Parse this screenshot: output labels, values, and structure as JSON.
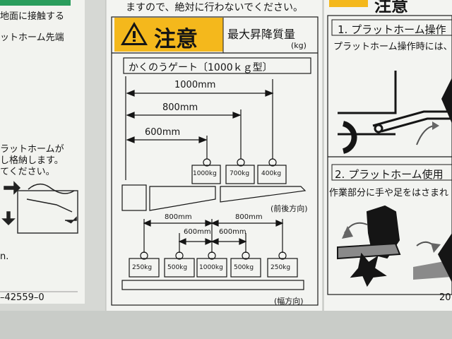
{
  "center": {
    "top_text": "ますので、絶対に行わないでください。",
    "caution": "注意",
    "capacity_label": "最大昇降質量",
    "capacity_unit": "(kg)",
    "gate_title": "かくのうゲート〔1000ｋｇ型〕",
    "side": {
      "distances": [
        "1000mm",
        "800mm",
        "600mm"
      ],
      "weights": [
        "1000kg",
        "700kg",
        "400kg"
      ],
      "caption": "(前後方向)"
    },
    "width": {
      "outer_distances": [
        "800mm",
        "800mm"
      ],
      "inner_distances": [
        "600mm",
        "600mm"
      ],
      "weights": [
        "250kg",
        "500kg",
        "1000kg",
        "500kg",
        "250kg"
      ],
      "caption": "(幅方向)"
    }
  },
  "left": {
    "lines": [
      "地面に接触する",
      "ットホーム先端",
      "ラットホームが",
      "し格納します。",
      "てください。",
      "n.",
      "–42559–0"
    ]
  },
  "right": {
    "caution_partial": "注意",
    "item1": "1. プラットホーム操作",
    "item1_text": "プラットホーム操作時には、",
    "item2": "2. プラットホーム使用",
    "item2_text": "作業部分に手や足をはさまれ",
    "code": "20"
  },
  "colors": {
    "caution_yellow": "#f4b81c",
    "panel": "#f3f4f1",
    "ink": "#151515",
    "green": "#2a9d5c"
  }
}
